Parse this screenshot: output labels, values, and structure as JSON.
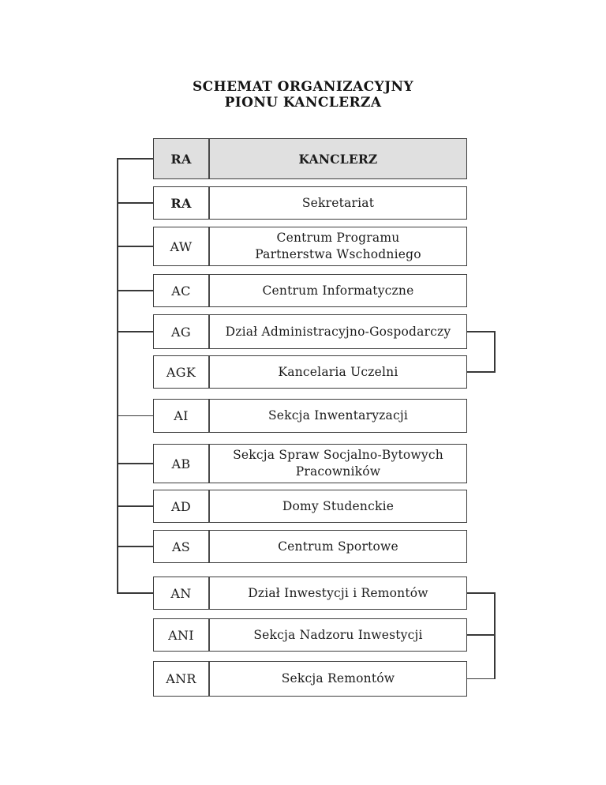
{
  "title": {
    "line1": "SCHEMAT ORGANIZACYJNY",
    "line2": "PIONU KANCLERZA"
  },
  "colors": {
    "highlight_fill": "#e0e0e0",
    "box_fill": "#ffffff",
    "border": "#3d3d3d",
    "connector": "#383838",
    "text": "#1c1c1c"
  },
  "rows": [
    {
      "code": "RA",
      "name_lines": [
        "KANCLERZ"
      ],
      "code_bold": true,
      "name_bold": true,
      "highlighted": true,
      "left_stub": true
    },
    {
      "code": "RA",
      "name_lines": [
        "Sekretariat"
      ],
      "code_bold": true,
      "name_bold": false,
      "highlighted": false,
      "left_stub": true
    },
    {
      "code": "AW",
      "name_lines": [
        "Centrum Programu",
        "Partnerstwa Wschodniego"
      ],
      "code_bold": false,
      "name_bold": false,
      "highlighted": false,
      "left_stub": true
    },
    {
      "code": "AC",
      "name_lines": [
        "Centrum Informatyczne"
      ],
      "code_bold": false,
      "name_bold": false,
      "highlighted": false,
      "left_stub": true
    },
    {
      "code": "AG",
      "name_lines": [
        "Dział Administracyjno-Gospodarczy"
      ],
      "code_bold": false,
      "name_bold": false,
      "highlighted": false,
      "left_stub": true
    },
    {
      "code": "AGK",
      "name_lines": [
        "Kancelaria Uczelni"
      ],
      "code_bold": false,
      "name_bold": false,
      "highlighted": false,
      "left_stub": false
    },
    {
      "code": "AI",
      "name_lines": [
        "Sekcja Inwentaryzacji"
      ],
      "code_bold": false,
      "name_bold": false,
      "highlighted": false,
      "left_stub": true
    },
    {
      "code": "AB",
      "name_lines": [
        "Sekcja Spraw Socjalno-Bytowych",
        "Pracowników"
      ],
      "code_bold": false,
      "name_bold": false,
      "highlighted": false,
      "left_stub": true
    },
    {
      "code": "AD",
      "name_lines": [
        "Domy Studenckie"
      ],
      "code_bold": false,
      "name_bold": false,
      "highlighted": false,
      "left_stub": true
    },
    {
      "code": "AS",
      "name_lines": [
        "Centrum Sportowe"
      ],
      "code_bold": false,
      "name_bold": false,
      "highlighted": false,
      "left_stub": true
    },
    {
      "code": "AN",
      "name_lines": [
        "Dział Inwestycji i Remontów"
      ],
      "code_bold": false,
      "name_bold": false,
      "highlighted": false,
      "left_stub": true
    },
    {
      "code": "ANI",
      "name_lines": [
        "Sekcja Nadzoru Inwestycji"
      ],
      "code_bold": false,
      "name_bold": false,
      "highlighted": false,
      "left_stub": false
    },
    {
      "code": "ANR",
      "name_lines": [
        "Sekcja Remontów"
      ],
      "code_bold": false,
      "name_bold": false,
      "highlighted": false,
      "left_stub": false
    }
  ],
  "left_trunk": {
    "from_code": "RA",
    "to_code": "AN"
  },
  "right_connector_groups": [
    {
      "parent": "AG",
      "children": [
        "AGK"
      ]
    },
    {
      "parent": "AN",
      "children": [
        "ANI",
        "ANR"
      ]
    }
  ]
}
